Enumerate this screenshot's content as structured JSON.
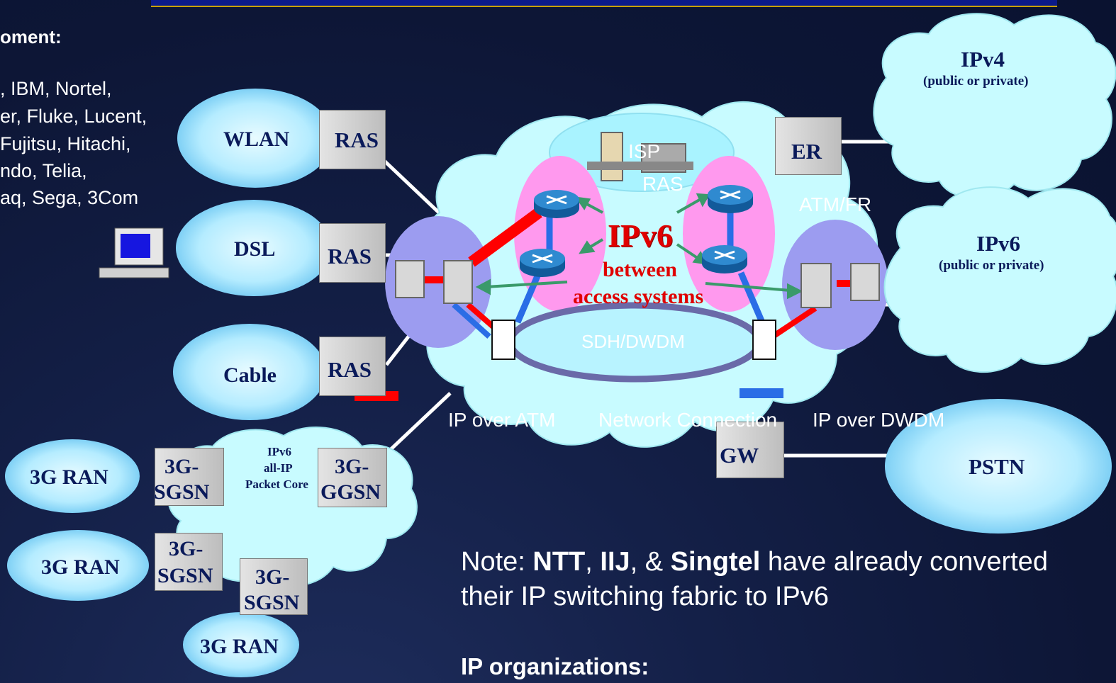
{
  "header_fragment": "oment:",
  "vendors": [
    ", IBM, Nortel,",
    "er, Fluke, Lucent,",
    " Fujitsu, Hitachi,",
    "ndo, Telia,",
    "aq, Sega, 3Com"
  ],
  "access": {
    "wlan": "WLAN",
    "dsl": "DSL",
    "cable": "Cable",
    "ras": "RAS",
    "ran": "3G RAN",
    "sgsn1": "3G-",
    "sgsn2": "SGSN",
    "ggsn1": "3G-",
    "ggsn2": "GGSN",
    "core1": "IPv6",
    "core2": "all-IP",
    "core3": "Packet Core"
  },
  "core": {
    "isp": "ISP",
    "isp_ras": "RAS",
    "atm_fr": "ATM/FR",
    "ipv6": "IPv6",
    "between1": "between",
    "between2": "access systems",
    "sdh": "SDH/DWDM",
    "er": "ER",
    "gw": "GW"
  },
  "clouds": {
    "ipv4": "IPv4",
    "ipv4_sub": "(public or private)",
    "ipv6": "IPv6",
    "ipv6_sub": "(public or private)",
    "pstn": "PSTN"
  },
  "bottom_labels": {
    "ip_atm": "IP over ATM",
    "net_conn": "Network Connection",
    "ip_dwdm": "IP over DWDM"
  },
  "note": {
    "prefix": "Note: ",
    "ntt": "NTT",
    "sep1": ", ",
    "iij": "IIJ",
    "sep2": ", & ",
    "singtel": "Singtel",
    "line1_rest": " have already converted",
    "line2": "their IP switching fabric to IPv6"
  },
  "ip_orgs": "IP organizations:",
  "colors": {
    "cloud_fill": "#c8fbff",
    "ellipse_fill": "#a9e6ff",
    "pink": "#ff99ee",
    "purple": "#9c9cf0",
    "red": "#ff0000",
    "blue": "#2a6de6",
    "green": "#3a9a6a"
  }
}
